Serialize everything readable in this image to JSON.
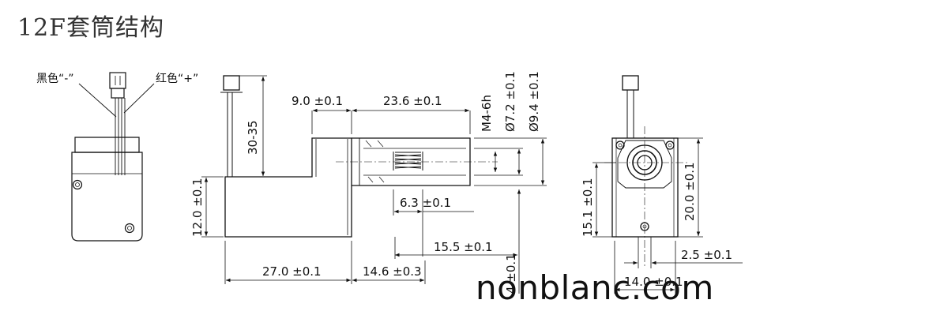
{
  "title": "12F套筒结构",
  "watermark": "nonblanc.com",
  "wires": {
    "black_label": "黑色“-”",
    "red_label": "红色“+”"
  },
  "dimensions": {
    "stroke_range": "30-35",
    "dim_9_0": "9.0 ±0.1",
    "dim_23_6": "23.6 ±0.1",
    "thread": "M4-6h",
    "dia_7_2": "Ø7.2 ±0.1",
    "dia_9_4": "Ø9.4 ±0.1",
    "dim_6_3": "6.3 ±0.1",
    "dim_12_0": "12.0 ±0.1",
    "dim_15_5": "15.5 ±0.1",
    "dim_27_0": "27.0 ±0.1",
    "dim_14_6": "14.6 ±0.3",
    "dim_4_partial": "4 ±0.1",
    "dim_15_1": "15.1 ±0.1",
    "dim_20_0": "20.0 ±0.1",
    "dim_2_5": "2.5 ±0.1",
    "dim_14_0": "14.0 ±0.1"
  }
}
